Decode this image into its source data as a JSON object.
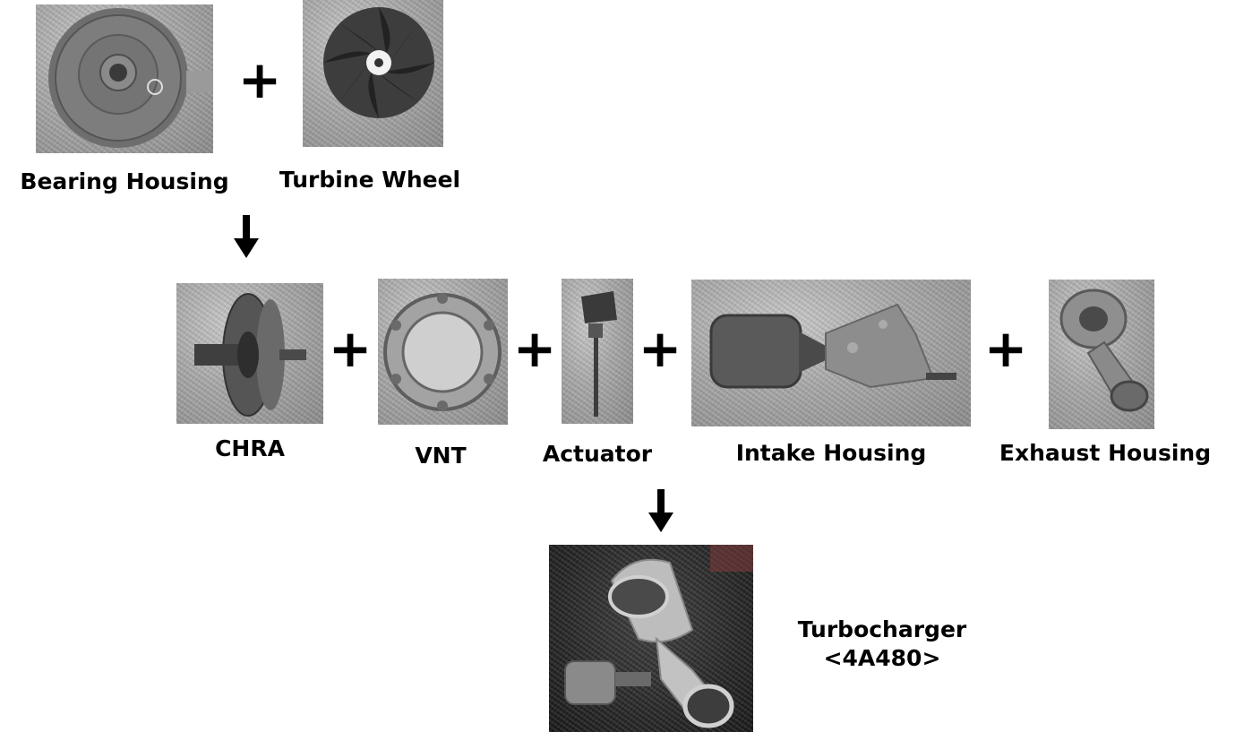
{
  "components": {
    "bearing_housing": "Bearing Housing",
    "turbine_wheel": "Turbine Wheel",
    "chra": "CHRA",
    "vnt": "VNT",
    "actuator": "Actuator",
    "intake_housing": "Intake Housing",
    "exhaust_housing": "Exhaust Housing"
  },
  "result": {
    "name": "Turbocharger",
    "model": "<4A480>"
  },
  "symbols": {
    "plus": "+"
  }
}
